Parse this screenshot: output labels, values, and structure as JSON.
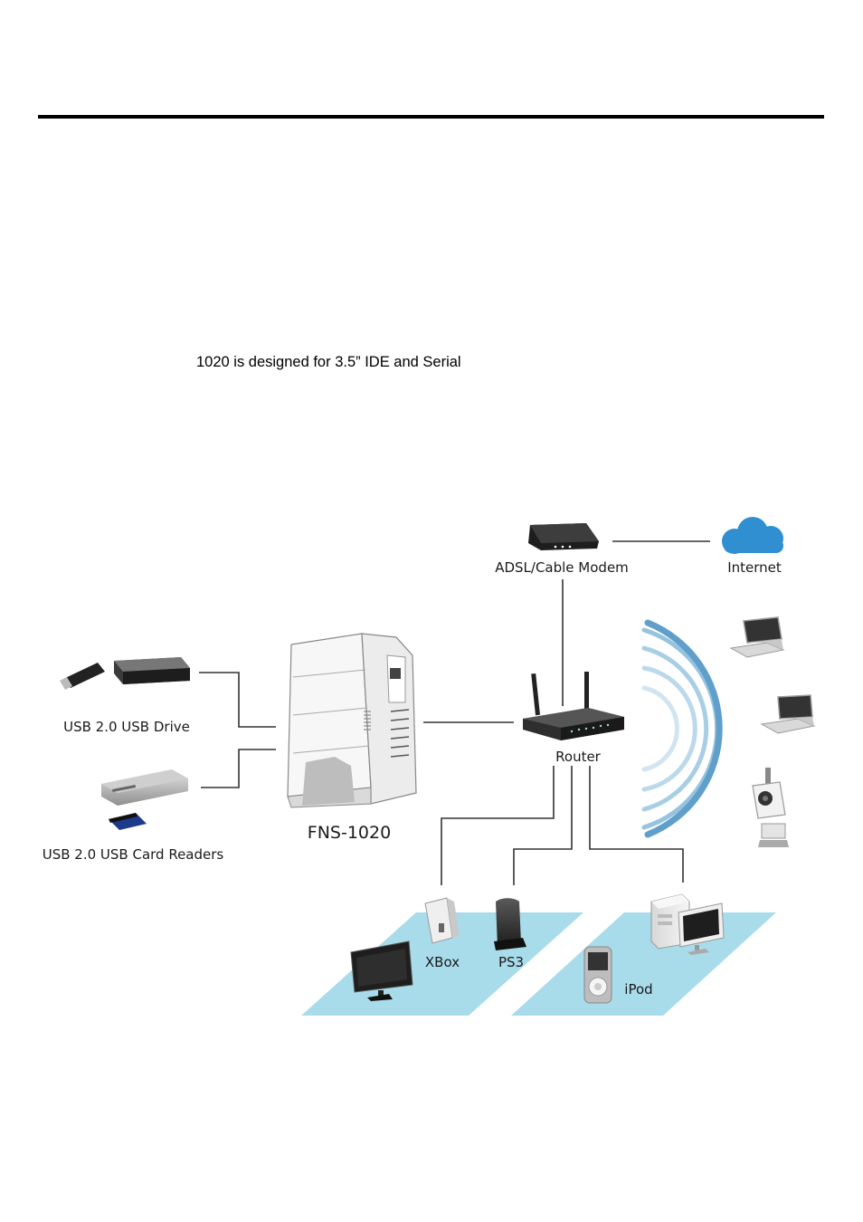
{
  "page": {
    "body_text": "1020 is designed for 3.5” IDE and Serial"
  },
  "diagram": {
    "nodes": {
      "modem": "ADSL/Cable Modem",
      "internet": "Internet",
      "usb_drive": "USB 2.0 USB Drive",
      "card_readers": "USB 2.0 USB Card Readers",
      "nas": "FNS-1020",
      "router": "Router",
      "xbox": "XBox",
      "ps3": "PS3",
      "ipod": "iPod"
    },
    "colors": {
      "floor": "#a9dcea",
      "cloud": "#2f8fd0",
      "wireless": "#7ab4d8",
      "line": "#333333"
    }
  }
}
